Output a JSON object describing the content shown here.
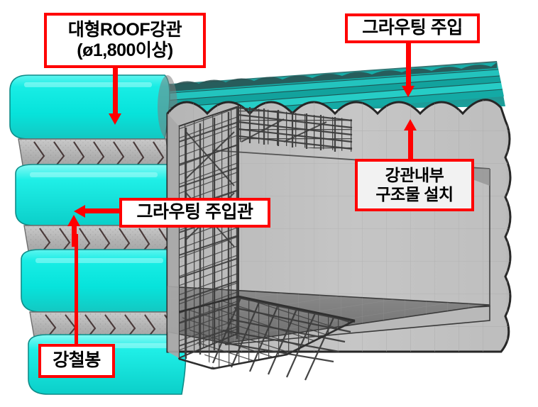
{
  "figure": {
    "title": "Large-diameter ROOF steel pipe tunnel cutaway",
    "background_color": "#ffffff",
    "palette": {
      "pipe_cyan": "#16ECE4",
      "pipe_cyan_light": "#6CF7F2",
      "pipe_cyan_dark": "#0FBDB8",
      "roof_teal": "#1FA9A4",
      "concrete_gray": "#BFBFBF",
      "concrete_light": "#D4D4D4",
      "concrete_dark": "#9A9A9A",
      "floor_gray": "#7E7E7E",
      "rebar_dark": "#3C3C3C",
      "outline": "#1A1A1A",
      "callout_red": "#ff0000"
    },
    "elements": {
      "roof_pipes": "large cyan cylindrical steel roof pipes stacked and laid side by side",
      "grout_bands": "gray grout bands with zigzag steel-rod reinforcement between pipes",
      "rebar_cage": "dark gray reinforcing bar cage inside the tunnel wall and floor",
      "concrete_wall": "gray concrete wall panel with scalloped top and right edges",
      "floor_slab": "gray tunnel floor slab with grid pattern"
    }
  },
  "callouts": [
    {
      "id": "roof-pipe",
      "line1": "대형ROOF강관",
      "line2": "(ø1,800이상)",
      "arrow": "down"
    },
    {
      "id": "grouting-injection",
      "line1": "그라우팅 주입",
      "line2": "",
      "arrow": "down"
    },
    {
      "id": "pipe-interior-structure",
      "line1": "강관내부",
      "line2": "구조물 설치",
      "arrow": "up"
    },
    {
      "id": "grouting-injection-pipe",
      "line1": "그라우팅 주입관",
      "line2": "",
      "arrow": "left-and-up"
    },
    {
      "id": "steel-rod",
      "line1": "강철봉",
      "line2": "",
      "arrow": "line-up"
    }
  ]
}
